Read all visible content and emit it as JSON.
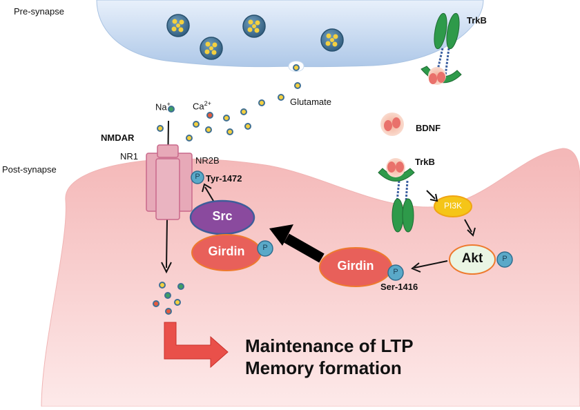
{
  "labels": {
    "pre_synapse": "Pre-synapse",
    "post_synapse": "Post-synapse",
    "trkb_top": "TrkB",
    "trkb_bottom": "TrkB",
    "bdnf": "BDNF",
    "glutamate": "Glutamate",
    "na_base": "Na",
    "na_sup": "+",
    "ca_base": "Ca",
    "ca_sup": "2+",
    "nmdar": "NMDAR",
    "nr1": "NR1",
    "nr2b": "NR2B",
    "tyr": "Tyr-1472",
    "ser": "Ser-1416",
    "src": "Src",
    "girdin": "Girdin",
    "girdin2": "Girdin",
    "akt": "Akt",
    "pi3k": "PI3K",
    "p": "P",
    "outcome_line1": "Maintenance of LTP",
    "outcome_line2": "Memory formation"
  },
  "colors": {
    "presynapse": "#bcd3ee",
    "postsynapse": "#f6c6c6",
    "vesicle": "#3f6f93",
    "src": "#8a4a9e",
    "girdin": "#e8605a",
    "akt_fill": "#eaf5e4",
    "pi3k": "#f5c518",
    "phospho": "#5aa9c8",
    "receptor": "#e7a9b8",
    "trkb": "#2e9a4a",
    "bdnf": "#e9716b",
    "outcome_arrow": "#e9504a"
  }
}
